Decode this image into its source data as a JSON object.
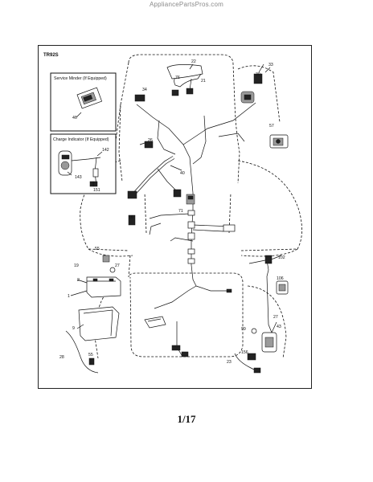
{
  "watermark": "AppliancePartsPros.com",
  "diagram_id": "TR92S",
  "page_number": "1/17",
  "insets": {
    "service_minder": {
      "title": "Service Minder (If Equipped)",
      "callout": "46"
    },
    "charge_indicator": {
      "title": "Charge Indicator (If Equipped)",
      "callouts": [
        "142",
        "143",
        "151"
      ]
    }
  },
  "callouts": {
    "c22": "22",
    "c76": "76",
    "c21": "21",
    "c33": "33",
    "c30": "30",
    "c34": "34",
    "c57": "57",
    "c26": "26",
    "c40": "40",
    "c71": "71",
    "c16": "16",
    "c55": "55",
    "c19": "19",
    "c27a": "27",
    "c2": "2",
    "c1": "1",
    "c9": "9",
    "c28": "28",
    "c55b": "55",
    "c102": "102",
    "c106": "106",
    "c99": "99",
    "c27b": "27",
    "c43": "43",
    "c156": "156",
    "c23": "23"
  }
}
